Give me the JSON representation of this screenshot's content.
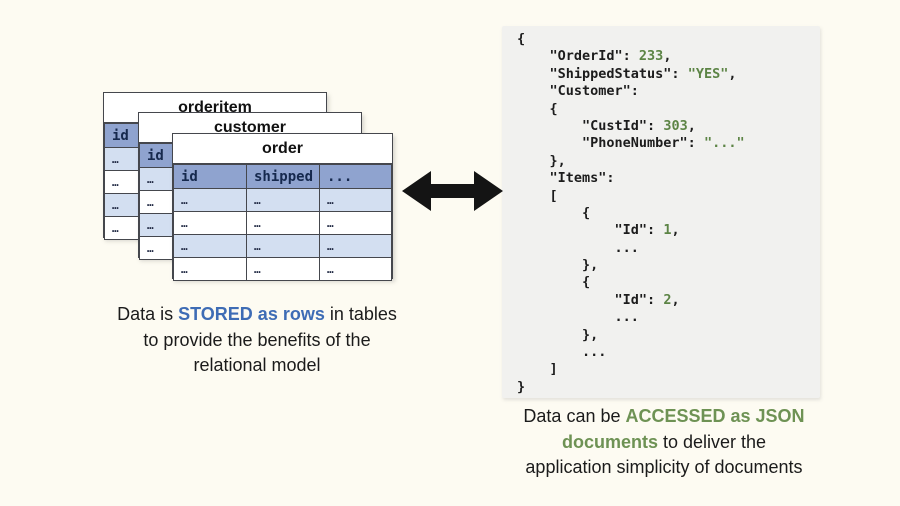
{
  "colors": {
    "page_background": "#fdfbf2",
    "table_header_blue": "#8fa3cf",
    "table_band_blue": "#d3dff1",
    "code_panel_gray": "#f1f1ef",
    "code_value_green": "#5c8445",
    "caption_highlight_blue": "#3e6cb5",
    "caption_highlight_green": "#6e9254",
    "arrow_black": "#141414"
  },
  "tables": {
    "back": {
      "title": "orderitem",
      "id_header": "id",
      "rows": [
        "…",
        "…",
        "…",
        "…"
      ]
    },
    "middle": {
      "title": "customer",
      "id_header": "id",
      "rows": [
        "…",
        "…",
        "…",
        "…"
      ]
    },
    "front": {
      "title": "order",
      "headers": [
        "id",
        "shipped",
        "..."
      ],
      "rows": [
        [
          "…",
          "…",
          "…"
        ],
        [
          "…",
          "…",
          "…"
        ],
        [
          "…",
          "…",
          "…"
        ],
        [
          "…",
          "…",
          "…"
        ]
      ]
    }
  },
  "arrow": {
    "type": "bidirectional"
  },
  "code": {
    "lines": [
      {
        "pre": "{"
      },
      {
        "pre": "    \"OrderId\": ",
        "val": "233",
        "post": ","
      },
      {
        "pre": "    \"ShippedStatus\": ",
        "val": "\"YES\"",
        "post": ","
      },
      {
        "pre": "    \"Customer\":"
      },
      {
        "pre": "    {"
      },
      {
        "pre": "        \"CustId\": ",
        "val": "303",
        "post": ","
      },
      {
        "pre": "        \"PhoneNumber\": ",
        "val": "\"...\""
      },
      {
        "pre": "    },"
      },
      {
        "pre": "    \"Items\":"
      },
      {
        "pre": "    ["
      },
      {
        "pre": "        {"
      },
      {
        "pre": "            \"Id\": ",
        "val": "1",
        "post": ","
      },
      {
        "pre": "            ..."
      },
      {
        "pre": "        },"
      },
      {
        "pre": "        {"
      },
      {
        "pre": "            \"Id\": ",
        "val": "2",
        "post": ","
      },
      {
        "pre": "            ..."
      },
      {
        "pre": "        },"
      },
      {
        "pre": "        ..."
      },
      {
        "pre": "    ]"
      },
      {
        "pre": "}"
      }
    ]
  },
  "captions": {
    "left": {
      "line1_pre": "Data is ",
      "line1_hl": "STORED as rows",
      "line1_post": " in tables",
      "line2": "to provide the benefits of the",
      "line3": "relational model"
    },
    "right": {
      "line1_pre": "Data can be ",
      "line1_hl": "ACCESSED as JSON",
      "line2_hl": "documents",
      "line2_post": " to deliver the",
      "line3": "application simplicity of documents"
    }
  }
}
